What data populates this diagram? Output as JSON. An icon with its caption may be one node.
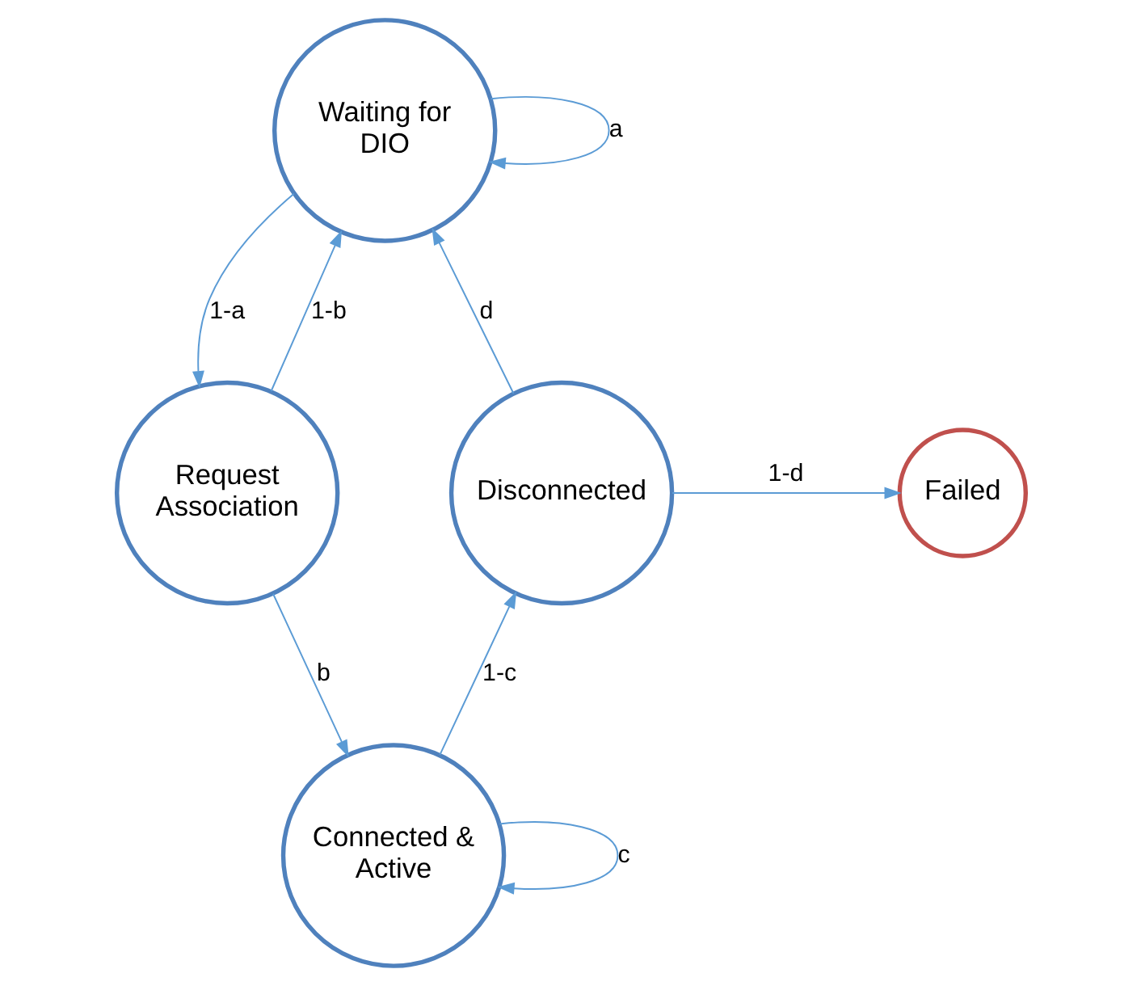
{
  "diagram": {
    "nodes": [
      {
        "text": [
          "Waiting for DIO"
        ]
      },
      {
        "text": [
          "Request Association"
        ]
      },
      {
        "text": [
          "Connected & Active"
        ]
      },
      {
        "text": [
          "Disconnected"
        ]
      },
      {
        "text": [
          "Failed"
        ]
      }
    ],
    "edges": [
      {
        "from": 0,
        "to": 0,
        "arrow": "to",
        "label": "a"
      },
      {
        "from": 0,
        "to": 1,
        "arrow": "to",
        "label": "1-a"
      },
      {
        "from": 1,
        "to": 0,
        "arrow": "to",
        "label": "1-b"
      },
      {
        "from": 1,
        "to": 2,
        "arrow": "to",
        "label": "b"
      },
      {
        "from": 2,
        "to": 2,
        "arrow": "to",
        "label": "c"
      },
      {
        "from": 2,
        "to": 3,
        "arrow": "to",
        "label": "1-c"
      },
      {
        "from": 3,
        "to": 0,
        "arrow": "to",
        "label": "d"
      },
      {
        "from": 3,
        "to": 4,
        "arrow": "to",
        "label": "1-d"
      }
    ]
  }
}
